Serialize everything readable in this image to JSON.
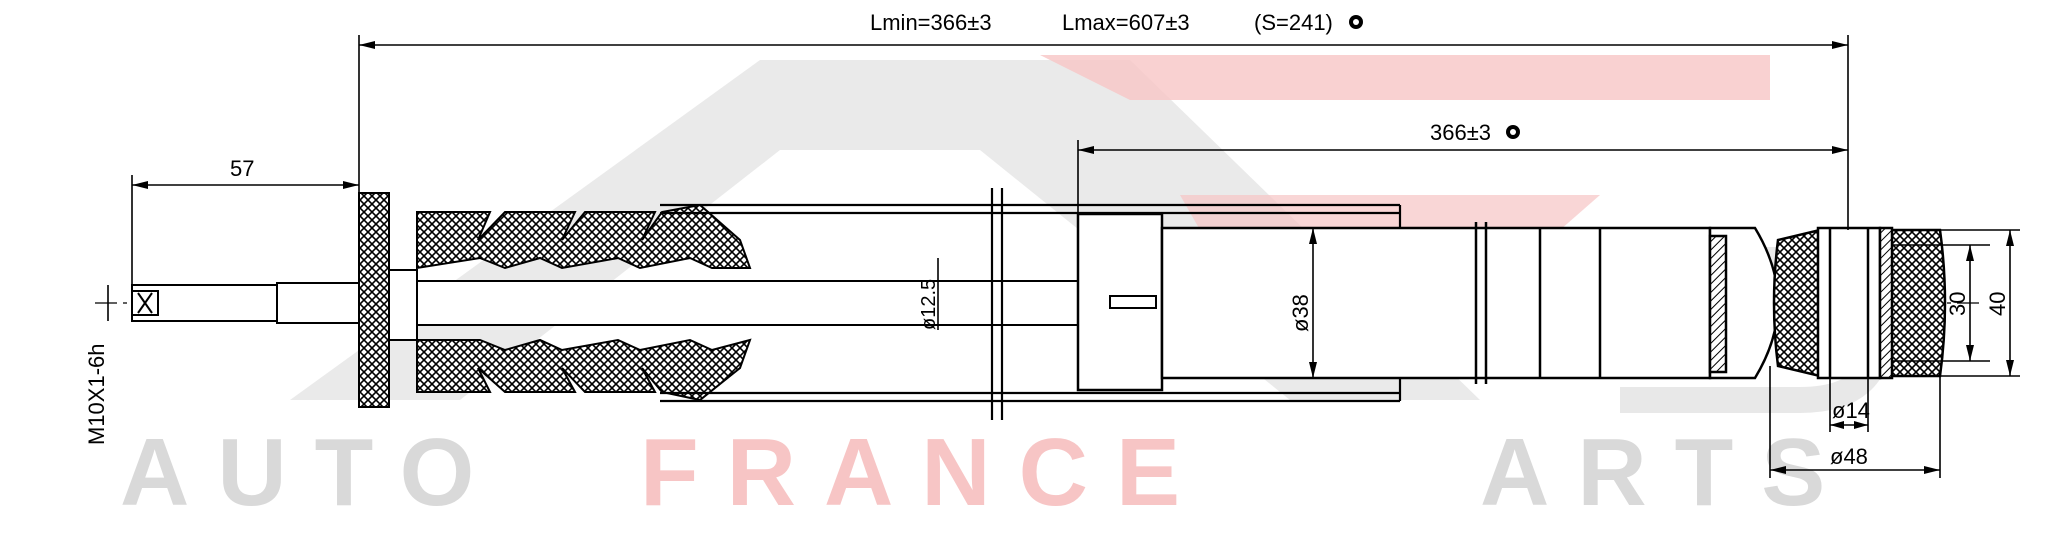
{
  "watermark": {
    "word1": "AUTO",
    "word2": "FRANCE",
    "word3": "ARTS",
    "color_gray": "#d9d9d9",
    "color_red": "#f7c5c5"
  },
  "dimensions": {
    "overall_label": "Lmin=366±3",
    "lmax_label": "Lmax=607±3",
    "stroke_label": "(S=241)",
    "body_length_label": "366±3",
    "thread_length_label": "57",
    "thread_spec_label": "M10X1-6h",
    "rod_diameter_label": "ø12.5",
    "body_diameter_label": "ø38",
    "bush_inner_label": "ø14",
    "bush_outer_label": "ø48",
    "bush_height_30_label": "30",
    "bush_height_40_label": "40"
  },
  "colors": {
    "line": "#000000",
    "background": "#ffffff"
  }
}
